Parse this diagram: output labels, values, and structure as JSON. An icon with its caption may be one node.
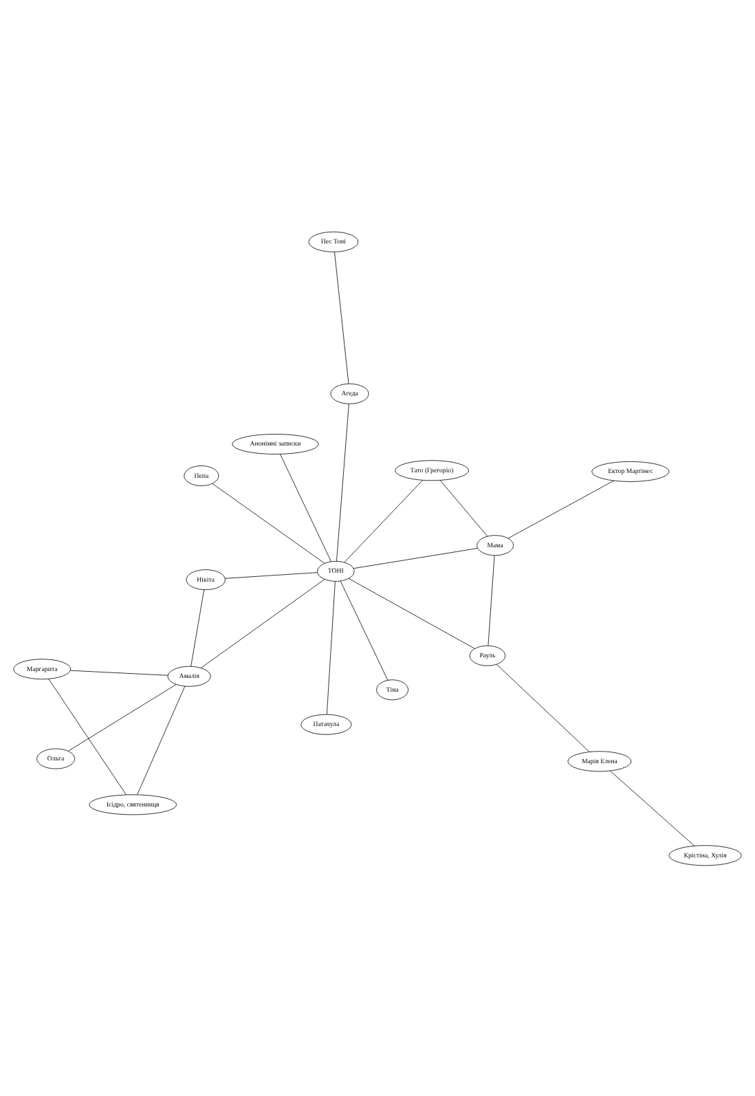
{
  "diagram": {
    "nodes": [
      {
        "text": [
          "Маргарита"
        ]
      },
      {
        "text": [
          "Ектор Мартінес"
        ]
      },
      {
        "text": [
          "Ісідро, святенниця"
        ]
      },
      {
        "text": [
          "Анонімні записки"
        ]
      },
      {
        "text": [
          "Тато (Грегоріо)"
        ]
      },
      {
        "text": [
          "Мама"
        ]
      },
      {
        "text": [
          "Ольга"
        ]
      },
      {
        "text": [
          "Амалія"
        ]
      },
      {
        "text": [
          "Марія Елена"
        ]
      },
      {
        "text": [
          "ТОНІ"
        ]
      },
      {
        "text": [
          "Рауль"
        ]
      },
      {
        "text": [
          "Нікіта"
        ]
      },
      {
        "text": [
          "Крістіна, Хулія"
        ]
      },
      {
        "text": [
          "Агеда"
        ]
      },
      {
        "text": [
          "Пес Тоні"
        ]
      },
      {
        "text": [
          "Патачула"
        ]
      },
      {
        "text": [
          "Тіна"
        ]
      },
      {
        "text": [
          "Пепа"
        ]
      }
    ],
    "edges": [
      {
        "from": 0,
        "to": 2,
        "arrow": "none"
      },
      {
        "from": 0,
        "to": 7,
        "arrow": "none"
      },
      {
        "from": 2,
        "to": 7,
        "arrow": "none"
      },
      {
        "from": 1,
        "to": 5,
        "arrow": "none"
      },
      {
        "from": 3,
        "to": 9,
        "arrow": "none"
      },
      {
        "from": 4,
        "to": 5,
        "arrow": "none"
      },
      {
        "from": 4,
        "to": 9,
        "arrow": "none"
      },
      {
        "from": 5,
        "to": 9,
        "arrow": "none"
      },
      {
        "from": 5,
        "to": 10,
        "arrow": "none"
      },
      {
        "from": 7,
        "to": 6,
        "arrow": "none"
      },
      {
        "from": 7,
        "to": 9,
        "arrow": "none"
      },
      {
        "from": 7,
        "to": 11,
        "arrow": "none"
      },
      {
        "from": 8,
        "to": 10,
        "arrow": "none"
      },
      {
        "from": 8,
        "to": 12,
        "arrow": "none"
      },
      {
        "from": 10,
        "to": 9,
        "arrow": "none"
      },
      {
        "from": 9,
        "to": 11,
        "arrow": "none"
      },
      {
        "from": 9,
        "to": 13,
        "arrow": "none"
      },
      {
        "from": 13,
        "to": 14,
        "arrow": "none"
      },
      {
        "from": 9,
        "to": 15,
        "arrow": "none"
      },
      {
        "from": 9,
        "to": 17,
        "arrow": "none"
      },
      {
        "from": 9,
        "to": 16,
        "arrow": "none"
      }
    ]
  }
}
